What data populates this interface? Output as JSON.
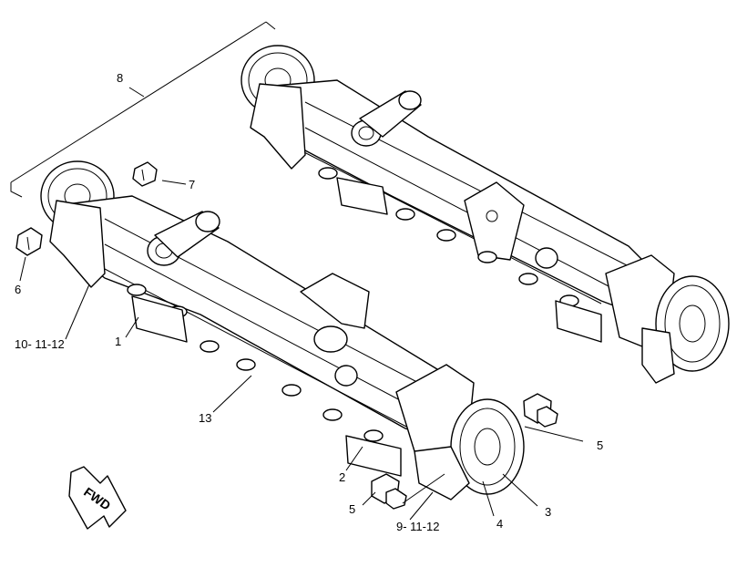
{
  "callouts": {
    "c1": "1",
    "c2": "2",
    "c3": "3",
    "c4": "4",
    "c5a": "5",
    "c5b": "5",
    "c6": "6",
    "c7": "7",
    "c8": "8",
    "c9": "9- 11-12",
    "c10": "10- 11-12",
    "c13": "13"
  },
  "fwd_label": "FWD",
  "colors": {
    "line": "#000000",
    "background": "#ffffff"
  }
}
